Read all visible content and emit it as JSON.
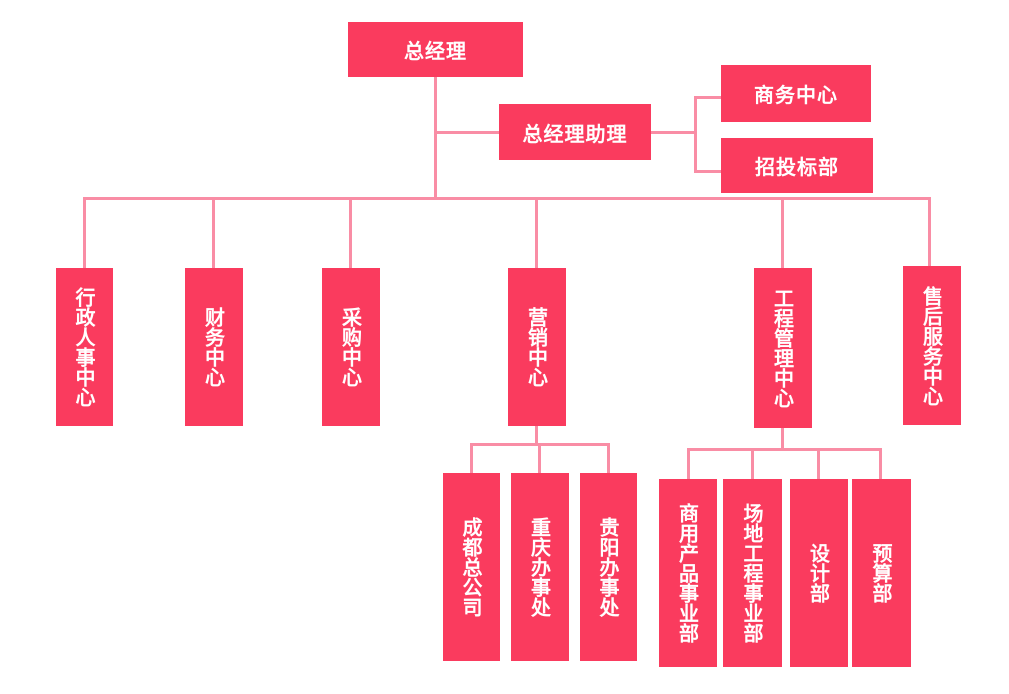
{
  "diagram": {
    "type": "org-chart",
    "background": "#FFFFFF",
    "colors": {
      "node_fill": "#FA3B5E",
      "node_text": "#FFFFFF",
      "connector": "#F98DA5"
    },
    "nodes": {
      "gm": {
        "label": "总经理"
      },
      "gm_assistant": {
        "label": "总经理助理"
      },
      "business_center": {
        "label": "商务中心"
      },
      "bidding_dept": {
        "label": "招投标部"
      },
      "admin_hr_center": {
        "label": "行政人事中心"
      },
      "finance_center": {
        "label": "财务中心"
      },
      "procurement_center": {
        "label": "采购中心"
      },
      "marketing_center": {
        "label": "营销中心"
      },
      "engineering_mgmt_center": {
        "label": "工程管理中心"
      },
      "aftersales_service_center": {
        "label": "售后服务中心"
      },
      "chengdu_hq": {
        "label": "成都总公司"
      },
      "chongqing_office": {
        "label": "重庆办事处"
      },
      "guiyang_office": {
        "label": "贵阳办事处"
      },
      "commercial_product_div": {
        "label": "商用产品事业部"
      },
      "site_engineering_div": {
        "label": "场地工程事业部"
      },
      "design_dept": {
        "label": "设计部"
      },
      "budget_dept": {
        "label": "预算部"
      }
    },
    "hierarchy": [
      {
        "parent": "总经理",
        "children": [
          "总经理助理",
          "行政人事中心",
          "财务中心",
          "采购中心",
          "营销中心",
          "工程管理中心",
          "售后服务中心"
        ]
      },
      {
        "parent": "总经理助理",
        "children": [
          "商务中心",
          "招投标部"
        ]
      },
      {
        "parent": "营销中心",
        "children": [
          "成都总公司",
          "重庆办事处",
          "贵阳办事处"
        ]
      },
      {
        "parent": "工程管理中心",
        "children": [
          "商用产品事业部",
          "场地工程事业部",
          "设计部",
          "预算部"
        ]
      }
    ]
  }
}
